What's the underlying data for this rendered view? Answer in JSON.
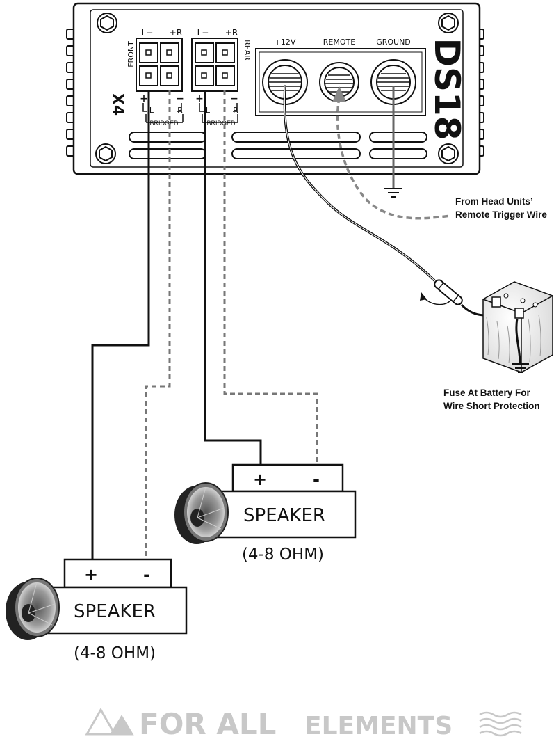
{
  "amplifier": {
    "model": "X4",
    "brand": "DS18",
    "front_channel": {
      "label": "FRONT",
      "left_minus": "L−",
      "right_plus": "+R",
      "plus": "+",
      "minus": "−",
      "l": "L",
      "r": "R",
      "bridged": "BRIDGED"
    },
    "rear_channel": {
      "label": "REAR",
      "left_minus": "L−",
      "right_plus": "+R",
      "plus": "+",
      "minus": "−",
      "l": "L",
      "r": "R",
      "bridged": "BRIDGED"
    },
    "power_terminals": {
      "plus12v": "+12V",
      "remote": "REMOTE",
      "ground": "GROUND"
    }
  },
  "annotations": {
    "remote_line1": "From Head Units’",
    "remote_line2": "Remote Trigger Wire",
    "fuse_line1": "Fuse At Battery For",
    "fuse_line2": "Wire Short Protection"
  },
  "speakers": [
    {
      "plus": "+",
      "minus": "-",
      "label": "SPEAKER",
      "impedance": "(4-8 OHM)"
    },
    {
      "plus": "+",
      "minus": "-",
      "label": "SPEAKER",
      "impedance": "(4-8 OHM)"
    }
  ],
  "watermark": {
    "text1": "FOR ALL",
    "text2": "ELEMENTS"
  },
  "colors": {
    "line": "#111111",
    "dashed": "#7a7a7a",
    "remote_wire": "#8a8a8a",
    "watermark": "#c8c8c8"
  }
}
